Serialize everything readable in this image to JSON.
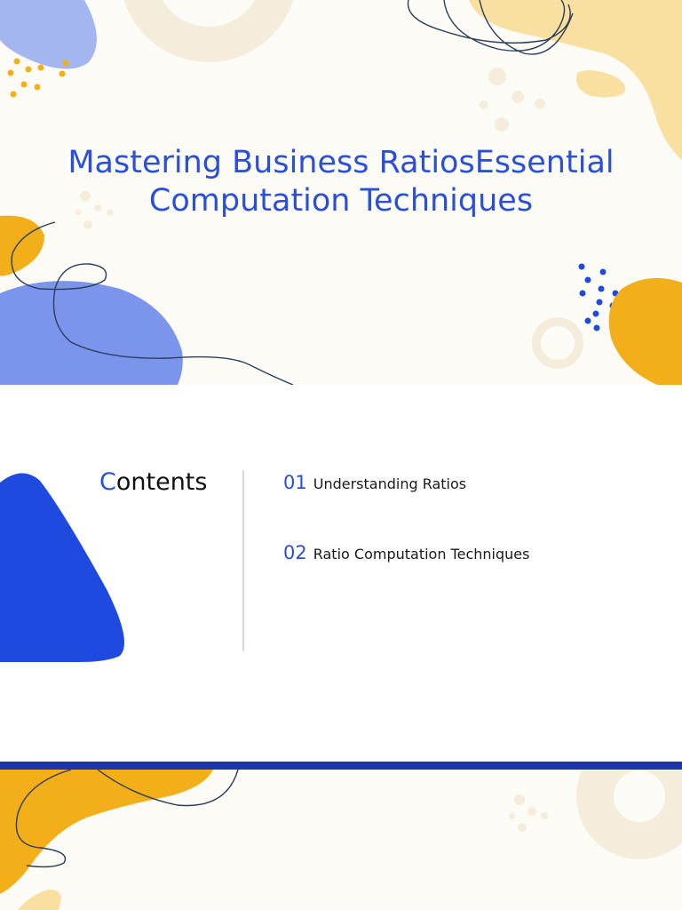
{
  "slide1": {
    "title_line1": "Mastering Business RatiosEssential",
    "title_line2": "Computation Techniques"
  },
  "slide2": {
    "heading_first": "C",
    "heading_rest": "ontents",
    "items": [
      {
        "number": "01",
        "label": "Understanding Ratios"
      },
      {
        "number": "02",
        "label": "Ratio Computation Techniques"
      }
    ]
  },
  "colors": {
    "accent_blue": "#2a4fd9",
    "shape_blue": "#1e4ae0",
    "orange": "#f2af19",
    "light_yellow": "#f9dfa0",
    "cream": "#f5eddc",
    "dark_bar": "#1e35a8"
  }
}
